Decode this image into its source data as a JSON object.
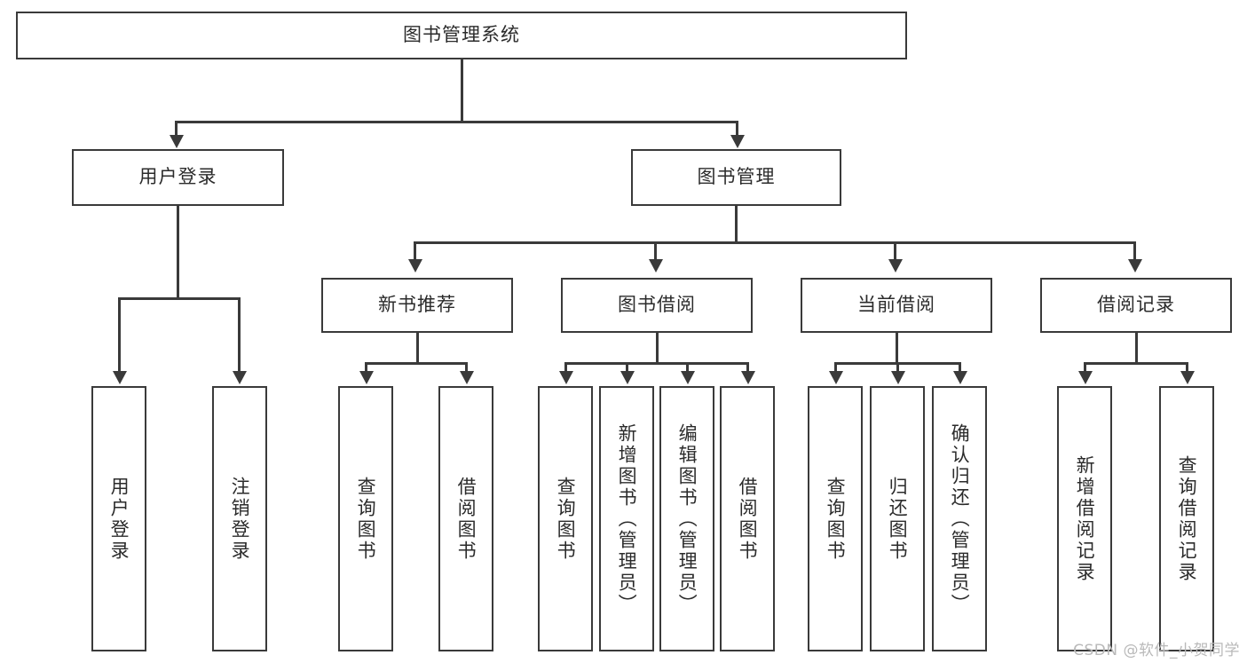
{
  "diagram": {
    "type": "tree",
    "title": "图书管理系统",
    "watermark": "CSDN @软件_小贺同学",
    "colors": {
      "stroke": "#3a3a3a",
      "fill": "#ffffff",
      "text": "#2b2b2b",
      "watermark": "#b9b9b9"
    },
    "root": {
      "label": "图书管理系统"
    },
    "level2": [
      {
        "label": "用户登录"
      },
      {
        "label": "图书管理"
      }
    ],
    "level3": [
      {
        "label": "新书推荐"
      },
      {
        "label": "图书借阅"
      },
      {
        "label": "当前借阅"
      },
      {
        "label": "借阅记录"
      }
    ],
    "leaves": {
      "user_login": [
        {
          "label": "用户登录"
        },
        {
          "label": "注销登录"
        }
      ],
      "new_book": [
        {
          "label": "查询图书"
        },
        {
          "label": "借阅图书"
        }
      ],
      "book_borrow": [
        {
          "label": "查询图书"
        },
        {
          "label": "新增图书（管理员）"
        },
        {
          "label": "编辑图书（管理员）"
        },
        {
          "label": "借阅图书"
        }
      ],
      "current_borrow": [
        {
          "label": "查询图书"
        },
        {
          "label": "归还图书"
        },
        {
          "label": "确认归还（管理员）"
        }
      ],
      "borrow_record": [
        {
          "label": "新增借阅记录"
        },
        {
          "label": "查询借阅记录"
        }
      ]
    }
  }
}
